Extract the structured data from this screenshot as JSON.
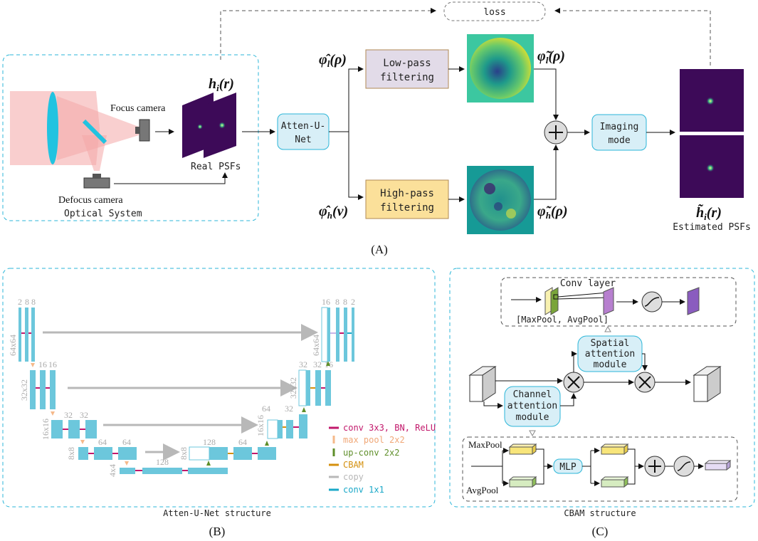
{
  "panelA": {
    "loss": "loss",
    "focus_camera": "Focus camera",
    "defocus_camera": "Defocus camera",
    "optical_system": "Optical System",
    "hi_r": "h",
    "hi_sub": "i",
    "hi_arg": "(r)",
    "real_psfs": "Real PSFs",
    "atten_unet_l1": "Atten-U-",
    "atten_unet_l2": "Net",
    "phi_l_hat": "φ̂",
    "phi_l_sub": "l",
    "phi_l_arg": "(ρ)",
    "phi_h_hat": "φ̂",
    "phi_h_sub": "h",
    "phi_h_arg": "(v)",
    "lowpass_l1": "Low-pass",
    "lowpass_l2": "filtering",
    "highpass_l1": "High-pass",
    "highpass_l2": "filtering",
    "phi_l_tilde": "φ̃",
    "phi_l_tilde_sub": "l",
    "phi_l_tilde_arg": "(ρ)",
    "phi_h_tilde": "φ̃",
    "phi_h_tilde_sub": "h",
    "phi_h_tilde_arg": "(ρ)",
    "imaging_l1": "Imaging",
    "imaging_l2": "mode",
    "hi_tilde": "h̃",
    "hi_tilde_sub": "i",
    "hi_tilde_arg": "(r)",
    "estimated_psfs": "Estimated PSFs",
    "caption": "(A)"
  },
  "panelB": {
    "sizes_top_left": [
      "2",
      "8",
      "8"
    ],
    "sizes_top_right": [
      "16",
      "8",
      "8",
      "2"
    ],
    "res_64": "64x64",
    "res_32": "32x32",
    "res_16": "16x16",
    "res_8": "8x8",
    "res_4": "4x4",
    "n16a": "16",
    "n16b": "16",
    "n32a": "32",
    "n32b": "32",
    "n64a": "64",
    "n64b": "64",
    "n128a": "128",
    "n128b": "128",
    "n64c": "64",
    "n64d": "64",
    "n32c": "32",
    "n32d": "32",
    "n32e": "32",
    "n16c": "16",
    "legend": [
      {
        "label": "conv  3x3, BN, ReLU",
        "color": "#c2186b"
      },
      {
        "label": "max pool 2x2",
        "color": "#f5b98a"
      },
      {
        "label": "up-conv 2x2",
        "color": "#5f8f2a"
      },
      {
        "label": "CBAM",
        "color": "#d4900e"
      },
      {
        "label": "copy",
        "color": "#b8b8b8"
      },
      {
        "label": "conv 1x1",
        "color": "#1aa8c8"
      }
    ],
    "structure_label": "Atten-U-Net structure",
    "caption": "(B)"
  },
  "panelC": {
    "conv_layer": "Conv layer",
    "maxpool_avgpool": "[MaxPool, AvgPool]",
    "spatial_l1": "Spatial",
    "spatial_l2": "attention",
    "spatial_l3": "module",
    "channel_l1": "Channel",
    "channel_l2": "attention",
    "channel_l3": "module",
    "maxpool": "MaxPool",
    "avgpool": "AvgPool",
    "mlp": "MLP",
    "structure_label": "CBAM structure",
    "caption": "(C)"
  },
  "colors": {
    "accent": "#2bb6d8",
    "box_fill": "#d8eff7",
    "bar": "#6cc7dc"
  }
}
